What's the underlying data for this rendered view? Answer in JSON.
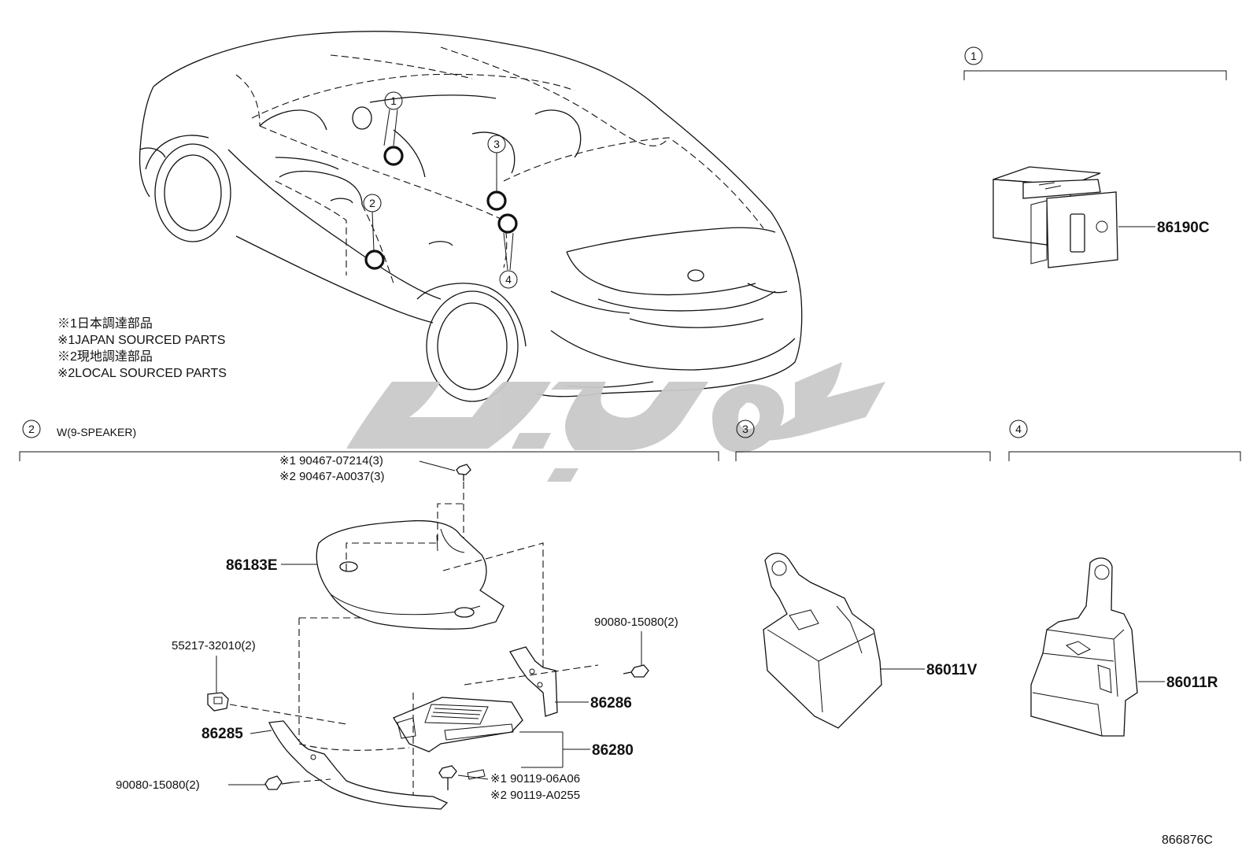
{
  "notes": [
    "※1日本調達部品",
    "※1JAPAN SOURCED PARTS",
    "※2現地調達部品",
    "※2LOCAL SOURCED PARTS"
  ],
  "callouts": {
    "car": [
      "1",
      "2",
      "3",
      "4"
    ],
    "car_extra_1": "1"
  },
  "sections": [
    {
      "num": "1",
      "label": ""
    },
    {
      "num": "2",
      "label": "W(9-SPEAKER)"
    },
    {
      "num": "3",
      "label": ""
    },
    {
      "num": "4",
      "label": ""
    }
  ],
  "parts": {
    "p86190C": "86190C",
    "p86183E": "86183E",
    "p86286": "86286",
    "p86280": "86280",
    "p86285": "86285",
    "p86011V": "86011V",
    "p86011R": "86011R"
  },
  "fasteners": {
    "bolt_top_1": "※1 90467-07214(3)",
    "bolt_top_2": "※2 90467-A0037(3)",
    "bolt_right": "90080-15080(2)",
    "clip": "55217-32010(2)",
    "bolt_left": "90080-15080(2)",
    "bolt_bottom_1": "※1 90119-06A06",
    "bolt_bottom_2": "※2 90119-A0255"
  },
  "diagram_id": "866876C",
  "icons": {
    "watermark": "brand-logo-watermark"
  }
}
